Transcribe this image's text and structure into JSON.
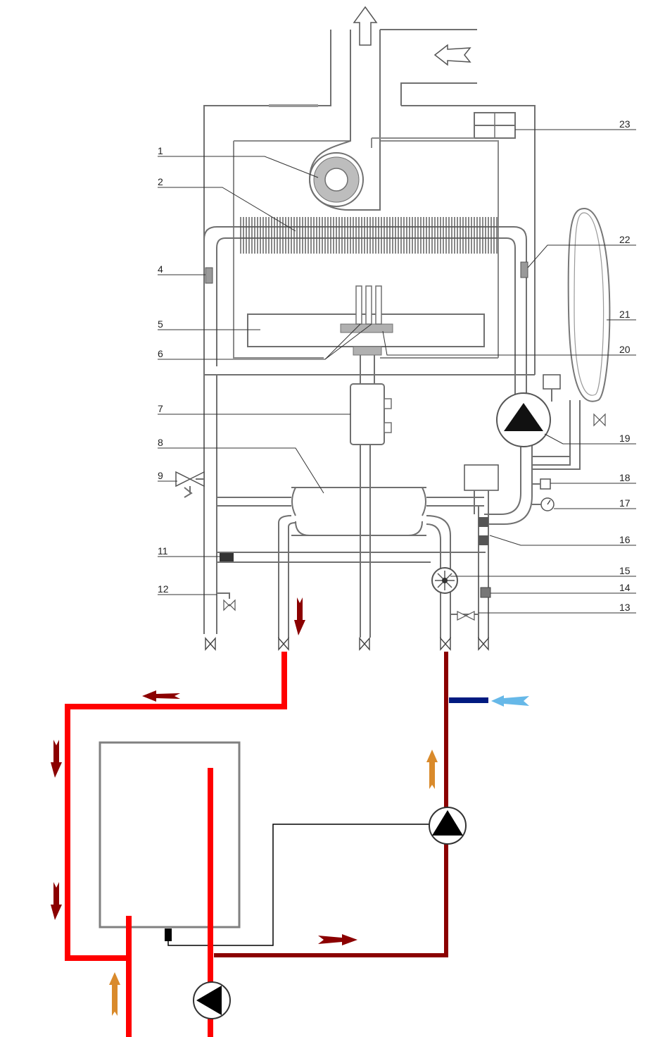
{
  "labels": {
    "l1": "1",
    "l2": "2",
    "l4": "4",
    "l5": "5",
    "l6": "6",
    "l7": "7",
    "l8": "8",
    "l9": "9",
    "l11": "11",
    "l12": "12",
    "l13": "13",
    "l14": "14",
    "l15": "15",
    "l16": "16",
    "l17": "17",
    "l18": "18",
    "l19": "19",
    "l20": "20",
    "l21": "21",
    "l22": "22",
    "l23": "23"
  },
  "colors": {
    "hot_flow": "#ff0000",
    "return_flow": "#8b0000",
    "cold_inlet": "#001a80",
    "cold_arrow": "#66b8e8",
    "dhw_arrow": "#d98a2b",
    "outline": "#707070"
  }
}
